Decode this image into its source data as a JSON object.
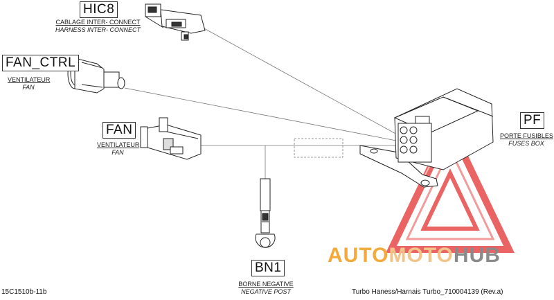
{
  "connectors": {
    "hic8": {
      "code": "HIC8",
      "fr": "CABLAGE INTER-  CONNECT",
      "en": "HARNESS INTER-  CONNECT"
    },
    "fan_ctrl": {
      "code": "FAN_CTRL",
      "fr": "VENTILATEUR",
      "en": "FAN"
    },
    "fan": {
      "code": "FAN",
      "fr": "VENTILATEUR",
      "en": "FAN"
    },
    "pf": {
      "code": "PF",
      "fr": "PORTE FUSIBLES",
      "en": "FUSES BOX"
    },
    "bn1": {
      "code": "BN1",
      "fr": "BORNE NEGATIVE",
      "en": "NEGATIVE POST"
    }
  },
  "footer": {
    "doc_code": "15C1510b-11b",
    "title": "Turbo Haness/Harnais Turbo_710004139 (Rev.a)"
  },
  "watermark": {
    "part1": "AUTO",
    "part2": "MOTO",
    "part3": "HUB",
    "colors": {
      "red": "#e84a4a",
      "orange": "#f4a93a",
      "gray": "#8a8a8a"
    }
  }
}
